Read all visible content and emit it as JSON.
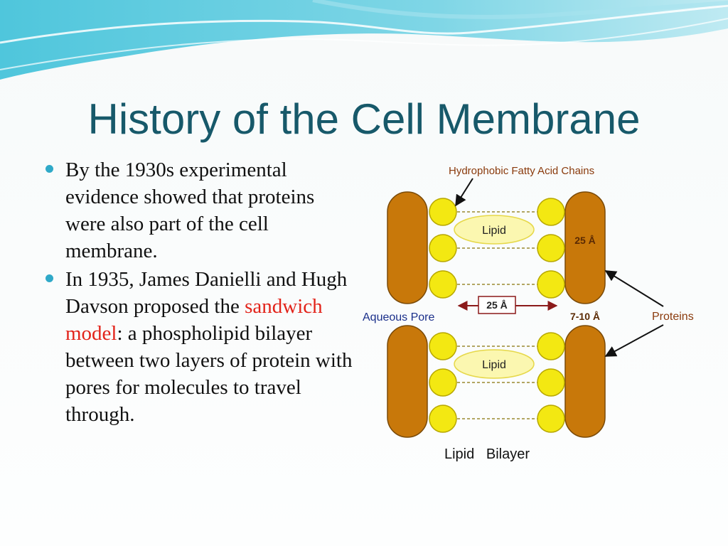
{
  "slide": {
    "title": "History of the Cell Membrane",
    "bullets": [
      {
        "text": "By the 1930s experimental evidence showed that proteins were also part of the cell membrane."
      },
      {
        "text_before": "In 1935,  James Danielli and Hugh Davson proposed the",
        "highlight": "sandwich model",
        "text_after": ": a phospholipid bilayer between two layers of protein with pores for molecules to travel through."
      }
    ]
  },
  "diagram": {
    "labels": {
      "hydrophobic": "Hydrophobic Fatty Acid Chains",
      "lipid_top": "Lipid",
      "lipid_bottom": "Lipid",
      "thickness_25": "25 Å",
      "pore_width": "25 Å",
      "protein_thickness": "7-10 Å",
      "aqueous_pore": "Aqueous Pore",
      "proteins": "Proteins",
      "caption": "Lipid   Bilayer"
    },
    "colors": {
      "protein": "#c8780a",
      "head": "#f3e812",
      "lipid_fill": "#fbf7b0",
      "label_brown": "#8a3a0c",
      "label_blue": "#1a2f8a",
      "arrow_red": "#8b1a1a",
      "accent": "#2fa9c8",
      "title": "#17596a",
      "highlight": "#e2231a"
    }
  }
}
